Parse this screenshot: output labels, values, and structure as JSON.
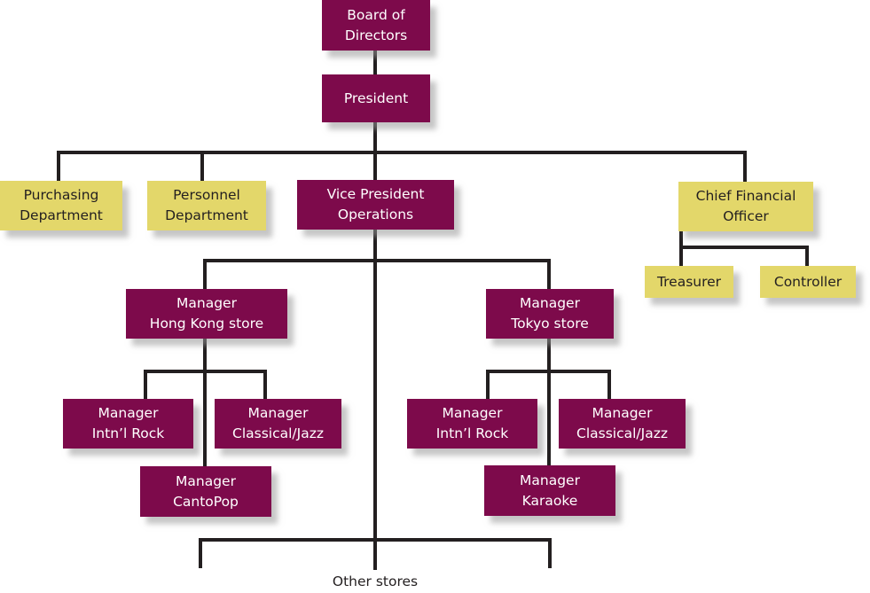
{
  "diagram": {
    "type": "organization-chart",
    "colors": {
      "executive": "#7d0a4b",
      "staff": "#e3d76a",
      "connector": "#231f20"
    },
    "nodes": {
      "board": {
        "lines": [
          "Board of",
          "Directors"
        ],
        "style": "executive"
      },
      "president": {
        "lines": [
          "President"
        ],
        "style": "executive"
      },
      "purchasing": {
        "lines": [
          "Purchasing",
          "Department"
        ],
        "style": "staff"
      },
      "personnel": {
        "lines": [
          "Personnel",
          "Department"
        ],
        "style": "staff"
      },
      "vp_operations": {
        "lines": [
          "Vice President",
          "Operations"
        ],
        "style": "executive"
      },
      "cfo": {
        "lines": [
          "Chief Financial",
          "Officer"
        ],
        "style": "staff"
      },
      "treasurer": {
        "lines": [
          "Treasurer"
        ],
        "style": "staff"
      },
      "controller": {
        "lines": [
          "Controller"
        ],
        "style": "staff"
      },
      "mgr_hongkong": {
        "lines": [
          "Manager",
          "Hong Kong store"
        ],
        "style": "executive"
      },
      "mgr_tokyo": {
        "lines": [
          "Manager",
          "Tokyo store"
        ],
        "style": "executive"
      },
      "hk_rock": {
        "lines": [
          "Manager",
          "Intn’l Rock"
        ],
        "style": "executive"
      },
      "hk_classical": {
        "lines": [
          "Manager",
          "Classical/Jazz"
        ],
        "style": "executive"
      },
      "hk_cantopop": {
        "lines": [
          "Manager",
          "CantoPop"
        ],
        "style": "executive"
      },
      "tk_rock": {
        "lines": [
          "Manager",
          "Intn’l Rock"
        ],
        "style": "executive"
      },
      "tk_classical": {
        "lines": [
          "Manager",
          "Classical/Jazz"
        ],
        "style": "executive"
      },
      "tk_karaoke": {
        "lines": [
          "Manager",
          "Karaoke"
        ],
        "style": "executive"
      }
    },
    "edges": [
      [
        "board",
        "president"
      ],
      [
        "president",
        "purchasing"
      ],
      [
        "president",
        "personnel"
      ],
      [
        "president",
        "vp_operations"
      ],
      [
        "president",
        "cfo"
      ],
      [
        "cfo",
        "treasurer"
      ],
      [
        "cfo",
        "controller"
      ],
      [
        "vp_operations",
        "mgr_hongkong"
      ],
      [
        "vp_operations",
        "mgr_tokyo"
      ],
      [
        "vp_operations",
        "other_stores"
      ],
      [
        "mgr_hongkong",
        "hk_rock"
      ],
      [
        "mgr_hongkong",
        "hk_classical"
      ],
      [
        "mgr_hongkong",
        "hk_cantopop"
      ],
      [
        "mgr_tokyo",
        "tk_rock"
      ],
      [
        "mgr_tokyo",
        "tk_classical"
      ],
      [
        "mgr_tokyo",
        "tk_karaoke"
      ]
    ],
    "other_stores_label": "Other stores"
  }
}
